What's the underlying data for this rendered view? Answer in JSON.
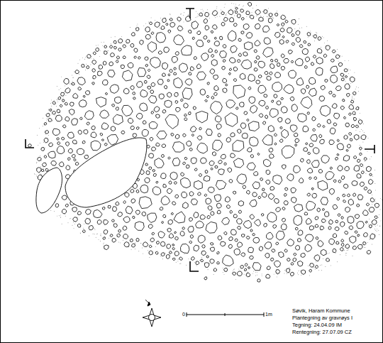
{
  "diagram": {
    "labels": [
      "0",
      "1m",
      "Søvik, Haram Kommune",
      "Plantegning av gravrøys I",
      "Tegning: 24.04.09 IM",
      "Rentegning: 27.07.09 CZ"
    ]
  }
}
